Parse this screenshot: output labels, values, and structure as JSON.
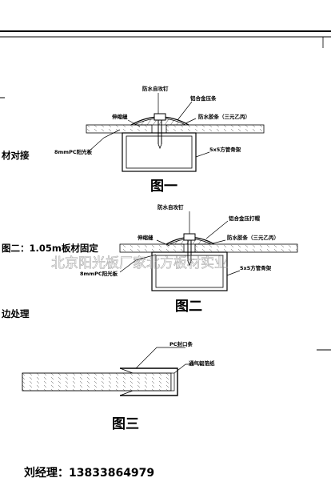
{
  "sections": {
    "joint_title": "材对接",
    "fix_title": "图二：1.05m板材固定",
    "edge_title": "边处理"
  },
  "figure1": {
    "caption": "图一",
    "screw": "防水自攻钉",
    "strip": "铝合金压条",
    "gap": "伸缩缝",
    "seal": "防水胶条（三元乙丙）",
    "sheet": "8mmPC阳光板",
    "tube": "5x5方管骨架"
  },
  "figure2": {
    "caption": "图二",
    "screw": "防水自攻钉",
    "cap": "铝合金压打帽",
    "gap": "伸缩缝",
    "seal": "防水胶条（三元乙丙）",
    "sheet": "8mmPC阳光板",
    "tube": "5x5方管骨架"
  },
  "figure3": {
    "caption": "图三",
    "cap_strip": "PC封口条",
    "tape": "通气铝箔纸"
  },
  "watermark": "北京阳光板厂家北方板材实业",
  "contact": "刘经理：13833864979"
}
